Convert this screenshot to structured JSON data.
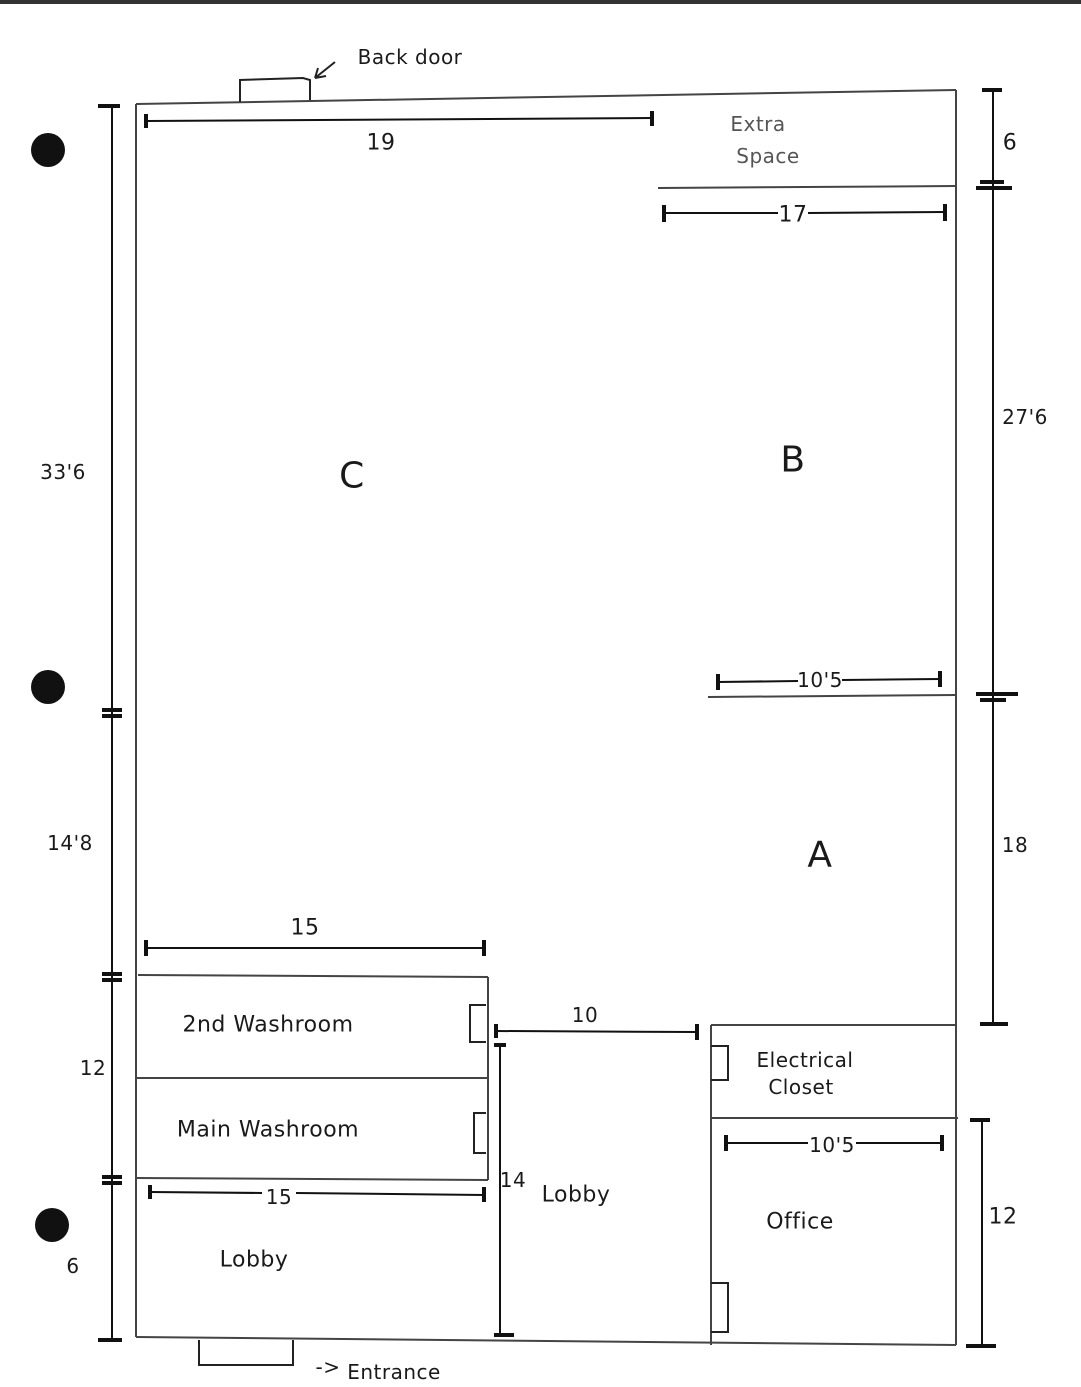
{
  "annotations": {
    "back_door": "Back door",
    "entrance": "Entrance",
    "entrance_arrow": "->"
  },
  "rooms": {
    "c": "C",
    "b": "B",
    "a": "A",
    "extra_space_line1": "Extra",
    "extra_space_line2": "Space",
    "second_washroom": "2nd Washroom",
    "main_washroom": "Main Washroom",
    "lobby_center": "Lobby",
    "lobby_left": "Lobby",
    "electrical_line1": "Electrical",
    "electrical_line2": "Closet",
    "office": "Office"
  },
  "dimensions": {
    "top_width": "19",
    "extra_width": "17",
    "b_width": "10'5",
    "washroom_width": "15",
    "lobby_width": "10",
    "lobby_left_width": "15",
    "office_width": "10'5",
    "left_c": "33'6",
    "left_a": "14'8",
    "left_washrooms": "12",
    "left_lobby": "6",
    "right_extra": "6",
    "right_b": "27'6",
    "right_a": "18",
    "right_office": "12",
    "lobby_depth": "14"
  }
}
